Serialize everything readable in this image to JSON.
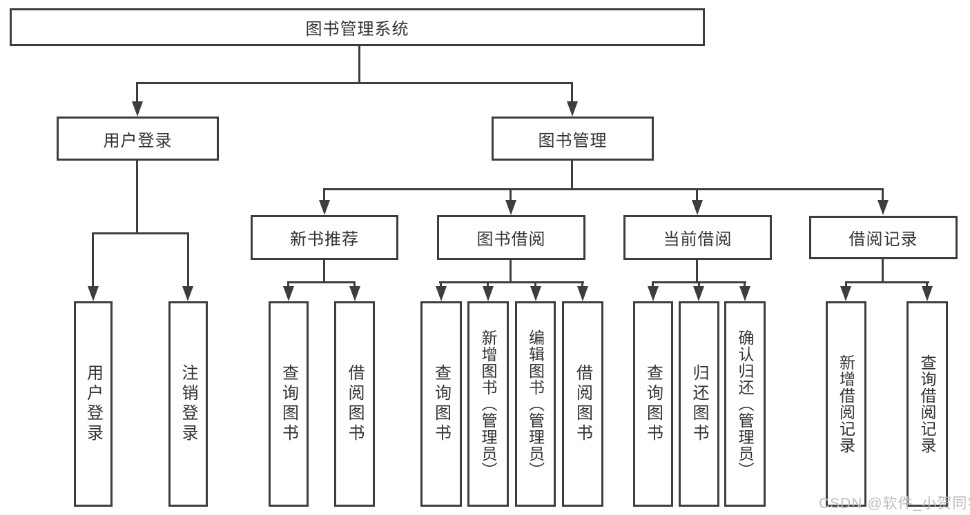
{
  "diagram": {
    "title": "图书管理系统",
    "level2": {
      "user_login": "用户登录",
      "book_mgmt": "图书管理"
    },
    "level3": {
      "new_book_rec": "新书推荐",
      "book_borrow": "图书借阅",
      "current_borrow": "当前借阅",
      "borrow_records": "借阅记录"
    },
    "leaves": {
      "user_login": "用户登录",
      "logout": "注销登录",
      "rec_query_book": "查询图书",
      "rec_borrow_book": "借阅图书",
      "bor_query_book": "查询图书",
      "bor_add_book": "新增图书（管理员）",
      "bor_edit_book": "编辑图书（管理员）",
      "bor_borrow_book": "借阅图书",
      "cur_query_book": "查询图书",
      "cur_return_book": "归还图书",
      "cur_confirm_return": "确认归还（管理员）",
      "recd_add_record": "新增借阅记录",
      "recd_query_record": "查询借阅记录"
    }
  },
  "watermark": {
    "text": "CSDN @软件_小贺同学"
  },
  "colors": {
    "line": "#3d3d3d",
    "text": "#333333",
    "watermark": "#b9b9b9",
    "background": "#ffffff"
  }
}
